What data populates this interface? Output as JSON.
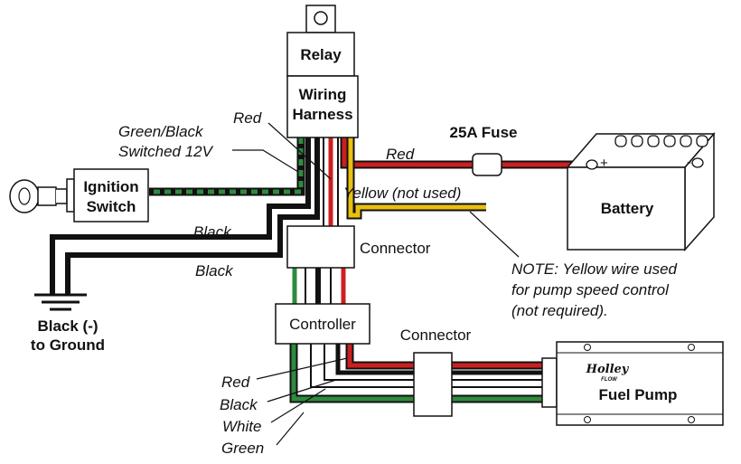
{
  "components": {
    "relay": "Relay",
    "harness_line1": "Wiring",
    "harness_line2": "Harness",
    "fuse": "25A Fuse",
    "battery": "Battery",
    "battery_pos": "+",
    "battery_neg": "-",
    "ignition_line1": "Ignition",
    "ignition_line2": "Switch",
    "connector_upper": "Connector",
    "connector_lower": "Connector",
    "controller": "Controller",
    "fuel_pump": "Fuel Pump",
    "pump_logo_line1": "Holley",
    "pump_logo_line2": "FLOW",
    "ground_line1": "Black (-)",
    "ground_line2": "to Ground"
  },
  "wire_labels": {
    "red_harness": "Red",
    "green_black_1": "Green/Black",
    "green_black_2": "Switched 12V",
    "red_battery": "Red",
    "yellow": "Yellow (not used)",
    "black_upper": "Black",
    "black_lower": "Black",
    "pump_red": "Red",
    "pump_black": "Black",
    "pump_white": "White",
    "pump_green": "Green"
  },
  "note": {
    "line1": "NOTE:  Yellow wire used",
    "line2": "for pump speed control",
    "line3": "(not required)."
  },
  "colors": {
    "red": "#cc1f1f",
    "green": "#2e8b3e",
    "yellow": "#e8c010",
    "black": "#111111",
    "white": "#ffffff"
  }
}
